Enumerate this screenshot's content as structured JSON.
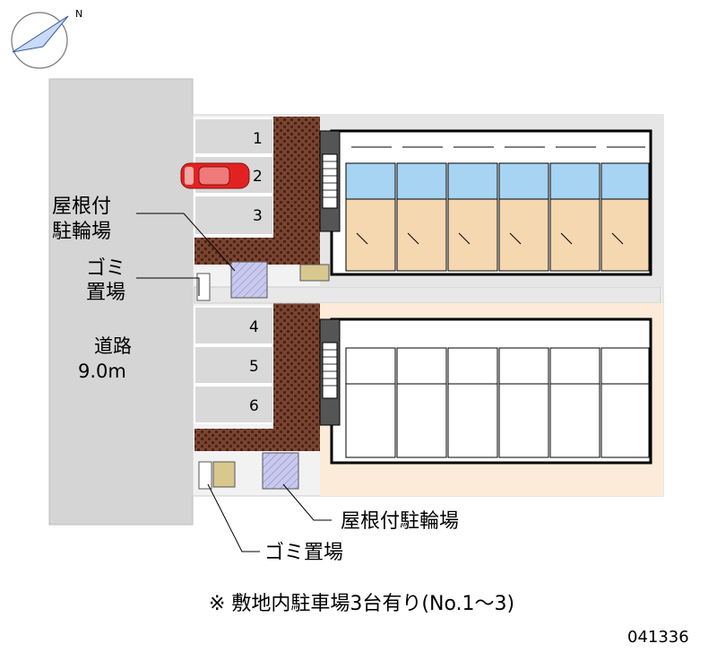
{
  "labels": {
    "covered_bike_top_l1": "屋根付",
    "covered_bike_top_l2": "駐輪場",
    "garbage_top_l1": "ゴミ",
    "garbage_top_l2": "置場",
    "road_l1": "道路",
    "road_l2": "9.0m",
    "covered_bike_bottom": "屋根付駐輪場",
    "garbage_bottom": "ゴミ置場",
    "note": "※ 敷地内駐車場3台有り(No.1～3)",
    "property_code": "041336",
    "north": "N"
  },
  "parking": [
    {
      "number": "1"
    },
    {
      "number": "2"
    },
    {
      "number": "3"
    },
    {
      "number": "4"
    },
    {
      "number": "5"
    },
    {
      "number": "6"
    }
  ],
  "colors": {
    "road": "#d5d5d5",
    "site": "#f0f0f0",
    "brick": "#6b3a2a",
    "building_upper": "#f5d7b0",
    "building_lower": "#fdebd9",
    "wet_area": "#a6d4f2",
    "bike_shelter": "#c9c9ee",
    "car": "#e22222"
  }
}
